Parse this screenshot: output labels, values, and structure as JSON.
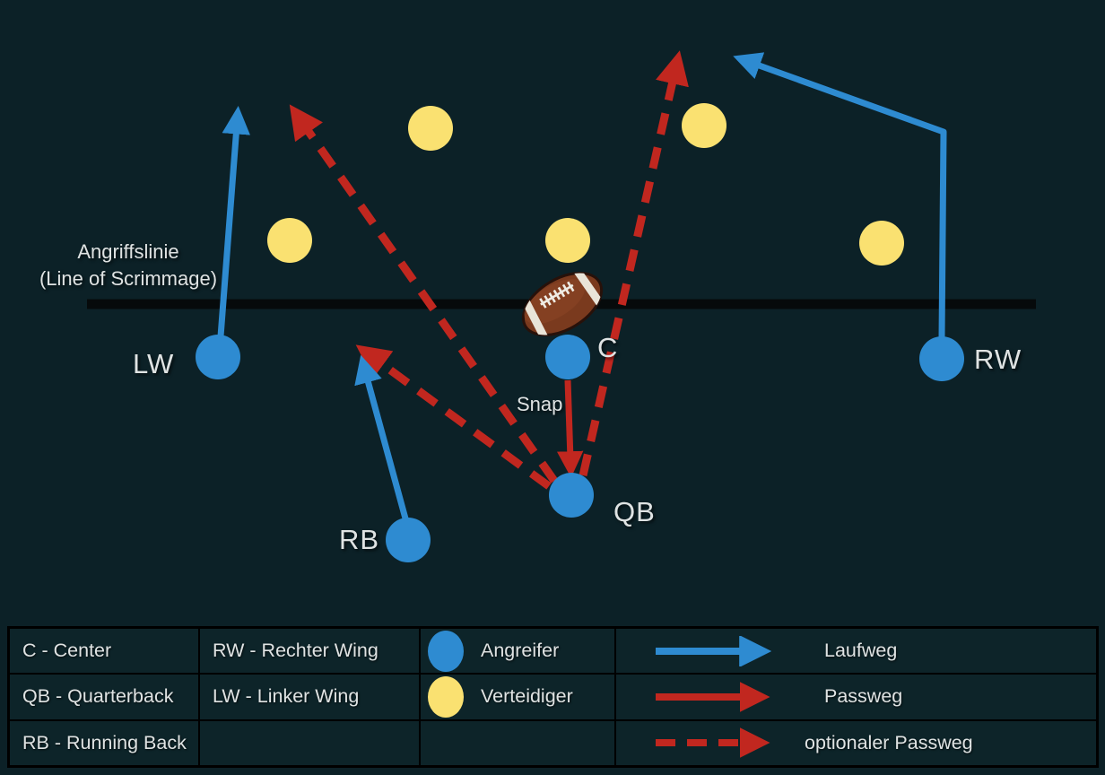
{
  "colors": {
    "background": "#0c2127",
    "cell_background": "#0d2429",
    "attacker_blue": "#2e8bd1",
    "defender_yellow": "#fae171",
    "pass_red": "#c1271f",
    "scrimmage_black": "#060a0b",
    "text": "#dfe3e3"
  },
  "field": {
    "scrimmage_label_line1": "Angriffslinie",
    "scrimmage_label_line2": "(Line of Scrimmage)",
    "snap_label": "Snap",
    "football_icon": "football-icon",
    "players": [
      {
        "label": "LW"
      },
      {
        "label": "RB"
      },
      {
        "label": "C"
      },
      {
        "label": "QB"
      },
      {
        "label": "RW"
      }
    ]
  },
  "legend": {
    "abbreviations": [
      [
        "C - Center",
        "RW - Rechter Wing"
      ],
      [
        "QB - Quarterback",
        "LW - Linker Wing"
      ],
      [
        "RB - Running Back",
        ""
      ]
    ],
    "markers": [
      {
        "label": "Angreifer",
        "color": "#2e8bd1"
      },
      {
        "label": "Verteidiger",
        "color": "#fae171"
      }
    ],
    "routes": [
      {
        "label": "Laufweg",
        "style": "solid",
        "color": "#2e8bd1"
      },
      {
        "label": "Passweg",
        "style": "solid",
        "color": "#c1271f"
      },
      {
        "label": "optionaler Passweg",
        "style": "dashed",
        "color": "#c1271f"
      }
    ]
  }
}
